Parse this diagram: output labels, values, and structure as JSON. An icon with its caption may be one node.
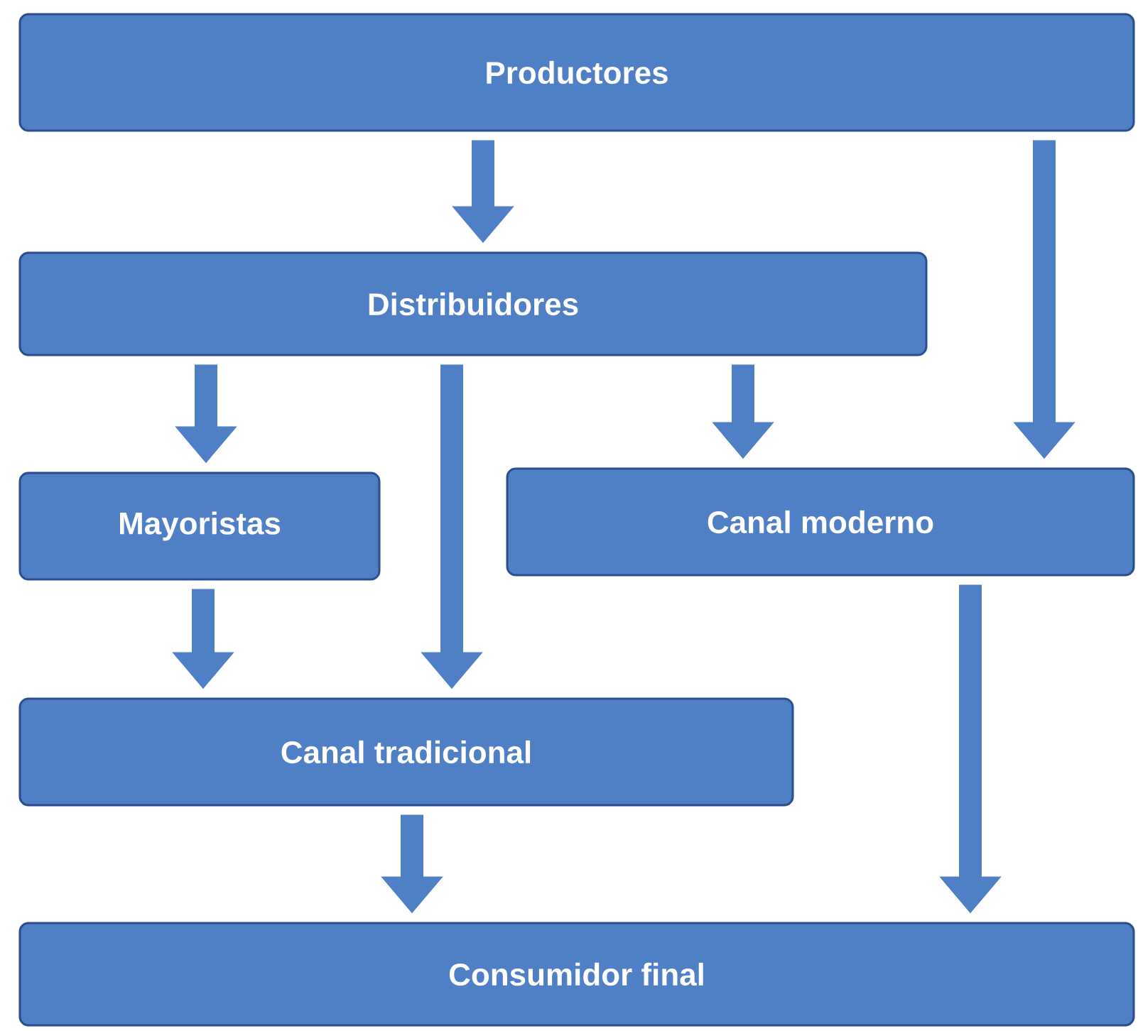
{
  "diagram": {
    "nodes": [
      {
        "text": [
          "Productores"
        ]
      },
      {
        "text": [
          "Distribuidores"
        ]
      },
      {
        "text": [
          "Mayoristas"
        ]
      },
      {
        "text": [
          "Canal moderno"
        ]
      },
      {
        "text": [
          "Canal tradicional"
        ]
      },
      {
        "text": [
          "Consumidor final"
        ]
      }
    ],
    "edges": [
      {
        "from": 0,
        "to": 1,
        "arrow": "to"
      },
      {
        "from": 0,
        "to": 3,
        "arrow": "to"
      },
      {
        "from": 1,
        "to": 2,
        "arrow": "to"
      },
      {
        "from": 1,
        "to": 4,
        "arrow": "to"
      },
      {
        "from": 1,
        "to": 3,
        "arrow": "to"
      },
      {
        "from": 2,
        "to": 4,
        "arrow": "to"
      },
      {
        "from": 3,
        "to": 5,
        "arrow": "to"
      },
      {
        "from": 4,
        "to": 5,
        "arrow": "to"
      }
    ]
  }
}
